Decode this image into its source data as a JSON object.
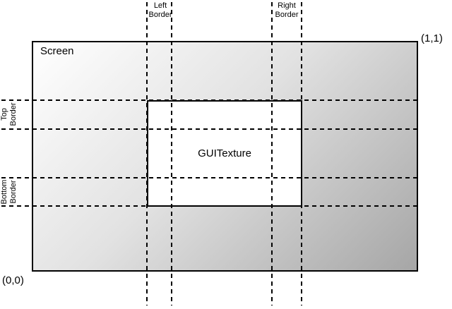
{
  "diagram": {
    "screen": {
      "label": "Screen"
    },
    "texture": {
      "label": "GUITexture"
    },
    "coordinates": {
      "bottom_left": "(0,0)",
      "top_right": "(1,1)"
    },
    "border_labels": {
      "left": {
        "line1": "Left",
        "line2": "Border"
      },
      "right": {
        "line1": "Right",
        "line2": "Border"
      },
      "top": {
        "line1": "Top",
        "line2": "Border"
      },
      "bottom": {
        "line1": "Bottom",
        "line2": "Border"
      }
    },
    "colors": {
      "line": "#000000",
      "screen_gradient_start": "#ffffff",
      "screen_gradient_end": "#a6a6a6",
      "texture_fill": "#ffffff",
      "background": "#ffffff"
    }
  }
}
